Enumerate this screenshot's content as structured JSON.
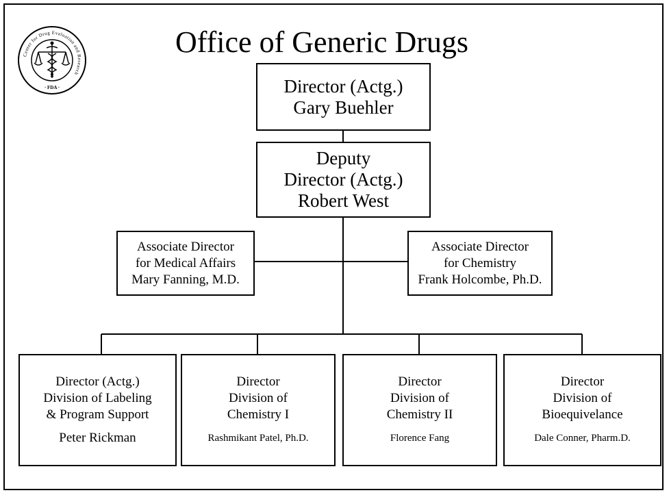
{
  "title": "Office of Generic Drugs",
  "seal": {
    "ring_text": "Center for Drug Evaluation and Research",
    "bottom_text": "FDA"
  },
  "director": {
    "line1": "Director (Actg.)",
    "line2": "Gary Buehler"
  },
  "deputy": {
    "line1": "Deputy",
    "line2": "Director (Actg.)",
    "line3": "Robert West"
  },
  "assoc_medical": {
    "line1": "Associate Director",
    "line2": "for Medical Affairs",
    "line3": "Mary Fanning, M.D."
  },
  "assoc_chemistry": {
    "line1": "Associate Director",
    "line2": "for Chemistry",
    "line3": "Frank Holcombe, Ph.D."
  },
  "divisions": [
    {
      "line1": "Director (Actg.)",
      "line2": "Division of Labeling",
      "line3": "& Program Support",
      "name": "Peter Rickman"
    },
    {
      "line1": "Director",
      "line2": "Division of",
      "line3": "Chemistry I",
      "name": "Rashmikant Patel, Ph.D."
    },
    {
      "line1": "Director",
      "line2": "Division of",
      "line3": "Chemistry II",
      "name": "Florence Fang"
    },
    {
      "line1": "Director",
      "line2": "Division of",
      "line3": "Bioequivelance",
      "name": "Dale Conner, Pharm.D."
    }
  ]
}
